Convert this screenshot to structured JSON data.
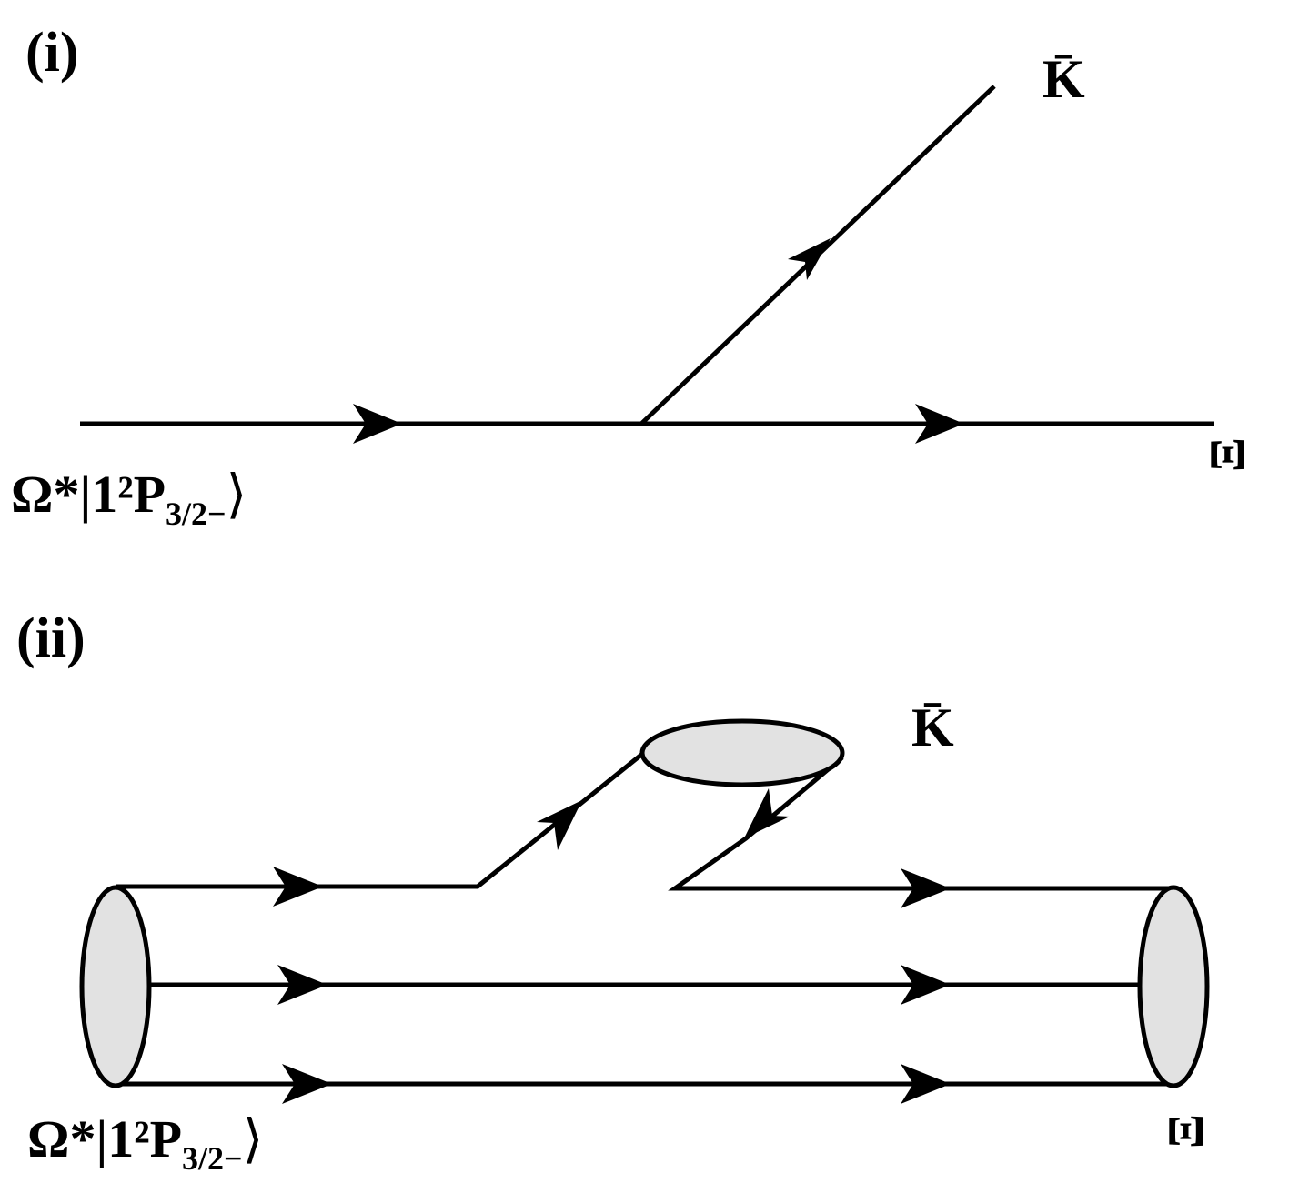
{
  "panel_i": {
    "label": "(i)",
    "initial_state": "Ω*|1²P",
    "initial_state_sub": "3/2−",
    "initial_state_close": "⟩",
    "meson": "K̄",
    "final_baryon": "Ξ"
  },
  "panel_ii": {
    "label": "(ii)",
    "initial_state": "Ω*|1²P",
    "initial_state_sub": "3/2−",
    "initial_state_close": "⟩",
    "meson": "K̄",
    "final_baryon": "Ξ"
  },
  "colors": {
    "line": "#000000",
    "blob_fill": "#e2e2e2"
  }
}
